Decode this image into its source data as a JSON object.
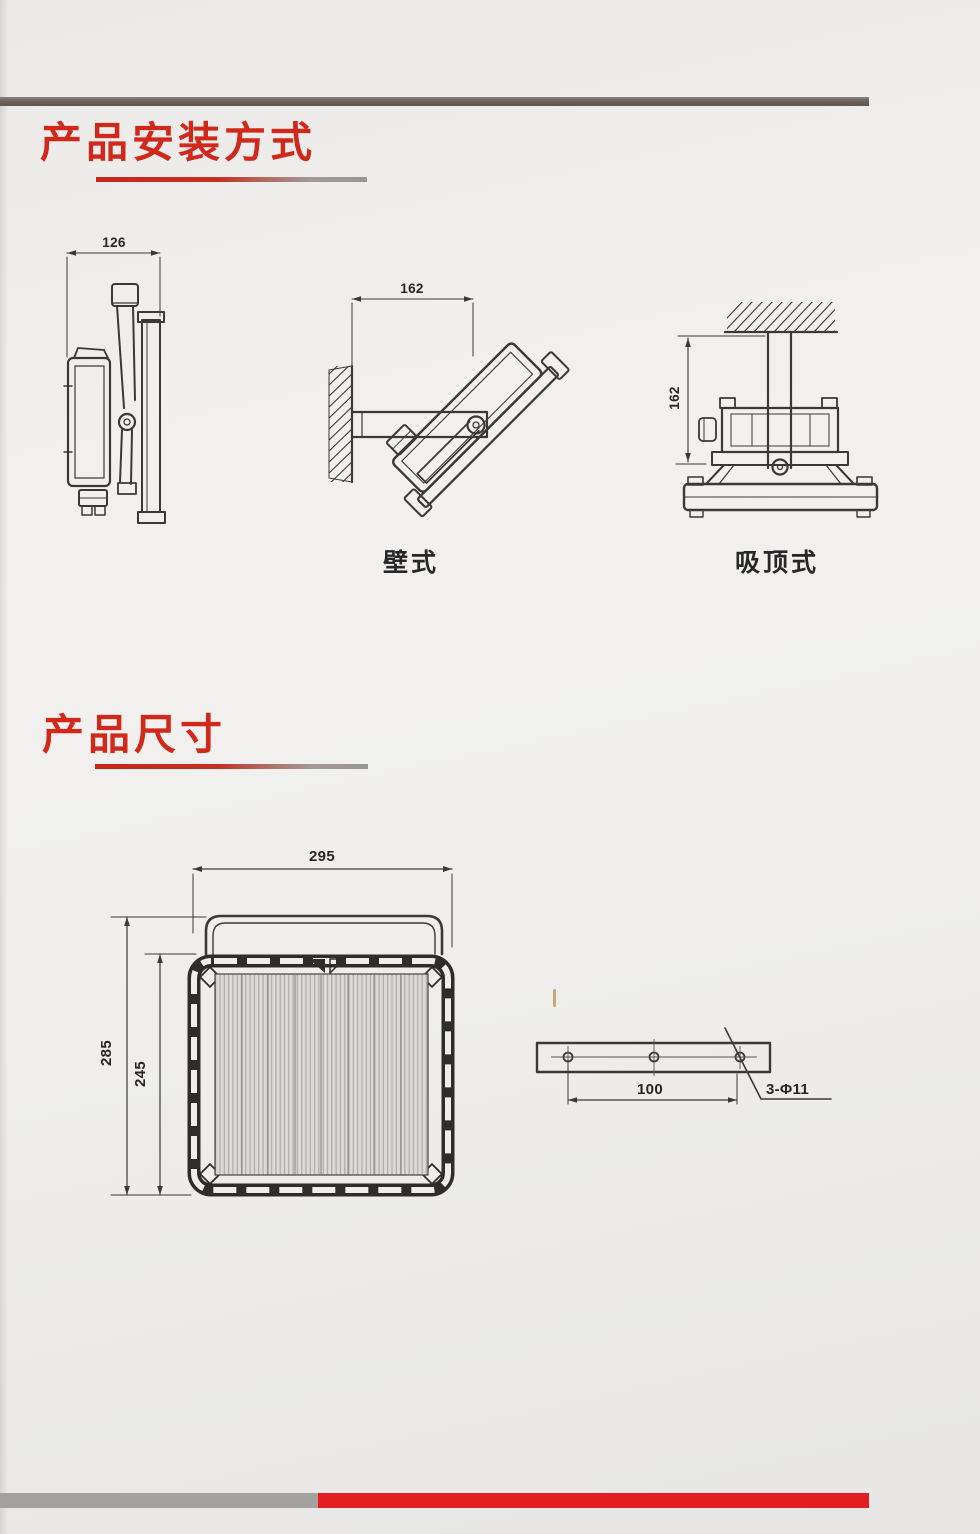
{
  "page": {
    "bg_color": "#efeeec",
    "accent_red": "#d0281a",
    "drawing_line_color": "#3a3936",
    "top_bar_color": "#6b645d",
    "footer_gray": "#a3a2a1",
    "footer_red": "#e21e21"
  },
  "sections": {
    "installation": {
      "title": "产品安装方式",
      "side_view": {
        "dim_width": "126"
      },
      "wall_mount": {
        "dim_width": "162",
        "label": "壁式"
      },
      "ceiling_mount": {
        "dim_height": "162",
        "label": "吸顶式"
      }
    },
    "dimensions": {
      "title": "产品尺寸",
      "front_view": {
        "dim_width": "295",
        "dim_total_height": "285",
        "dim_body_height": "245"
      },
      "bracket": {
        "dim_hole_spacing": "100",
        "holes_label": "3-Φ11"
      }
    }
  }
}
